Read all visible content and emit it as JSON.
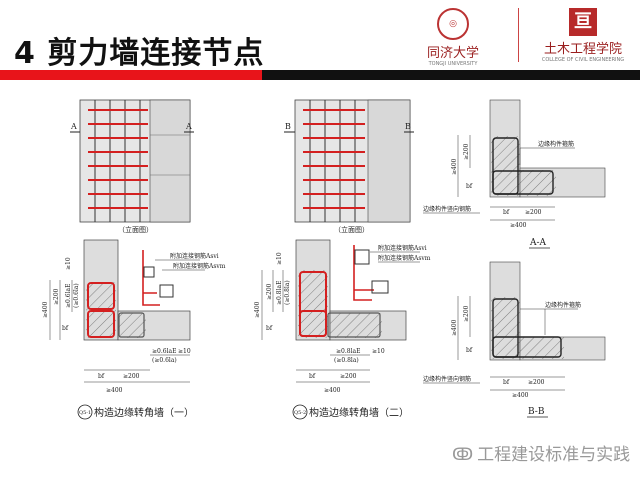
{
  "title": "4  剪力墙连接节点",
  "logos": {
    "tongji": {
      "name": "同济大学",
      "sub": "TONGJI UNIVERSITY"
    },
    "civil": {
      "name": "土木工程学院",
      "sub": "COLLEGE OF CIVIL ENGINEERING"
    }
  },
  "drawings": {
    "elev_a": {
      "section": "A",
      "caption": "（立面图）"
    },
    "elev_b": {
      "section": "B",
      "caption": "（立面图）"
    },
    "q51": {
      "label1": "附加连接钢筋Asvi",
      "label2": "附加连接钢筋Asvm",
      "dim_top": "≥10",
      "dim_v1": "≥0.6laE",
      "dim_v1b": "(≥0.6la)",
      "dim_200": "≥200",
      "dim_400": "≥400",
      "dim_bf": "bf",
      "dim_h1": "≥0.6laE",
      "dim_h1b": "(≥0.6la)",
      "dim_10": "≥10",
      "dim_h200": "≥200",
      "dim_hbf": "bf",
      "dim_h400": "≥400",
      "code": "Q5-1",
      "caption": "构造边缘转角墙（一）"
    },
    "q52": {
      "label1": "附加连接钢筋Asvi",
      "label2": "附加连接钢筋Asvm",
      "dim_top": "≥10",
      "dim_v1": "≥0.8laE",
      "dim_v1b": "(≥0.8la)",
      "dim_200": "≥200",
      "dim_400": "≥400",
      "dim_bf": "bf",
      "dim_h1": "≥0.8laE",
      "dim_h1b": "(≥0.8la)",
      "dim_10": "≥10",
      "dim_h200": "≥200",
      "dim_hbf": "bf",
      "dim_h400": "≥400",
      "code": "Q5-2",
      "caption": "构造边缘转角墙（二）"
    },
    "aa": {
      "stirrup": "边缘构件箍筋",
      "vertical": "边缘构件竖向钢筋",
      "dim_200": "≥200",
      "dim_400": "≥400",
      "dim_bf": "bf",
      "dim_b200": "≥200",
      "dim_b400": "≥400",
      "dim_bbf": "bf",
      "title": "A-A"
    },
    "bb": {
      "stirrup": "边缘构件箍筋",
      "vertical": "边缘构件竖向钢筋",
      "dim_200": "≥200",
      "dim_400": "≥400",
      "dim_bf": "bf",
      "dim_b200": "≥200",
      "dim_b400": "≥400",
      "dim_bbf": "bf",
      "title": "B-B"
    }
  },
  "watermark": "工程建设标准与实践",
  "colors": {
    "accent_red": "#e8141a",
    "rebar_red": "#d42020",
    "bar_black": "#111111"
  }
}
